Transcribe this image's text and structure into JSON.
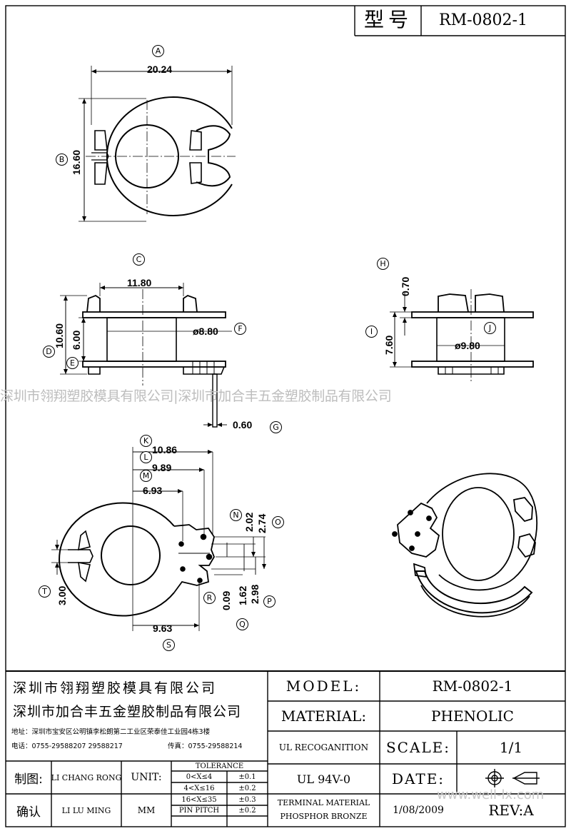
{
  "header": {
    "type_label": "型号",
    "model_value": "RM-0802-1"
  },
  "callouts": {
    "A": "A",
    "B": "B",
    "C": "C",
    "D": "D",
    "E": "E",
    "F": "F",
    "G": "G",
    "H": "H",
    "I": "I",
    "J": "J",
    "K": "K",
    "L": "L",
    "M": "M",
    "N": "N",
    "O": "O",
    "P": "P",
    "Q": "Q",
    "R": "R",
    "S": "S",
    "T": "T"
  },
  "dimensions": {
    "a": "20.24",
    "b": "16.60",
    "c": "11.80",
    "d": "10.60",
    "e": "6.00",
    "f": "ø8.80",
    "g": "0.60",
    "h": "0.70",
    "i": "7.60",
    "j": "ø9.80",
    "k": "10.86",
    "l": "9.89",
    "m": "6.93",
    "n": "2.02",
    "o": "2.74",
    "p": "2.98",
    "q": "1.62",
    "r": "0.09",
    "s": "9.63",
    "t": "3.00"
  },
  "watermark": "深圳市翎翔塑胶模具有限公司|深圳市加合丰五金塑胶制品有限公司",
  "title_block": {
    "company1": "深圳市翎翔塑胶模具有限公司",
    "company2": "深圳市加合丰五金塑胶制品有限公司",
    "address": "地址：深圳市宝安区公明镇李松朗第二工业区荣泰佳工业园4栋3楼",
    "phone": "电话：0755-29588207 29588217",
    "fax": "传真：0755-29588214",
    "drawn_label": "制图:",
    "drawn_by": "LI CHANG RONG",
    "checked_label": "确认",
    "checked_by": "LI LU MING",
    "unit_label": "UNIT:",
    "unit_value": "MM",
    "tolerance_title": "TOLERANCE",
    "tolerances": [
      {
        "range": "0<X≤4",
        "tol": "±0.1"
      },
      {
        "range": "4<X≤16",
        "tol": "±0.2"
      },
      {
        "range": "16<X≤35",
        "tol": "±0.3"
      },
      {
        "range": "PIN PITCH",
        "tol": "±0.2"
      }
    ],
    "model_label": "MODEL:",
    "model_value": "RM-0802-1",
    "material_label": "MATERIAL:",
    "material_value": "PHENOLIC",
    "ul_label": "UL RECOGANITION",
    "scale_label": "SCALE:",
    "scale_value": "1/1",
    "ul_value": "UL 94V-0",
    "date_label": "DATE:",
    "terminal_label_1": "TERMINAL MATERIAL",
    "terminal_label_2": "PHOSPHOR  BRONZE",
    "date_value": "1/08/2009",
    "rev_label": "REV:A",
    "site": "www.well-lx.com"
  }
}
